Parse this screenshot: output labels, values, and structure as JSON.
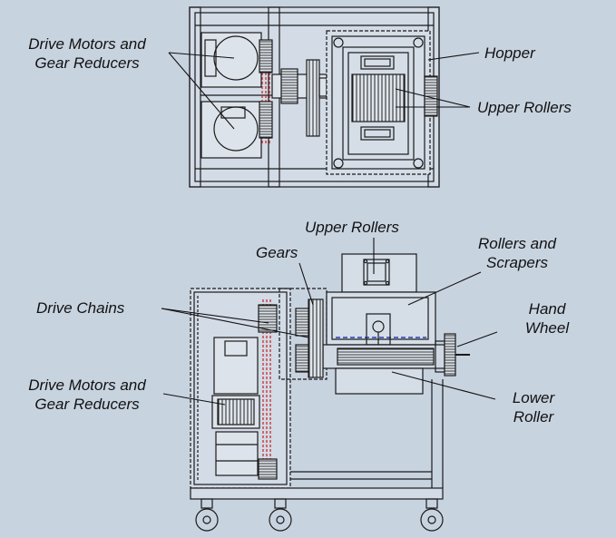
{
  "labels": {
    "top_drive_motors": [
      "Drive Motors and",
      "Gear Reducers"
    ],
    "hopper": "Hopper",
    "top_upper_rollers": "Upper Rollers",
    "side_upper_rollers": "Upper Rollers",
    "gears": "Gears",
    "rollers_scrapers": [
      "Rollers and",
      "Scrapers"
    ],
    "drive_chains": "Drive Chains",
    "hand_wheel": [
      "Hand",
      "Wheel"
    ],
    "side_drive_motors": [
      "Drive Motors and",
      "Gear Reducers"
    ],
    "lower_roller": [
      "Lower",
      "Roller"
    ]
  },
  "colors": {
    "background": "#c8d3e0",
    "line": "#1a1a1a",
    "chain": "#c81e1e",
    "accent": "#2b3fb8"
  }
}
